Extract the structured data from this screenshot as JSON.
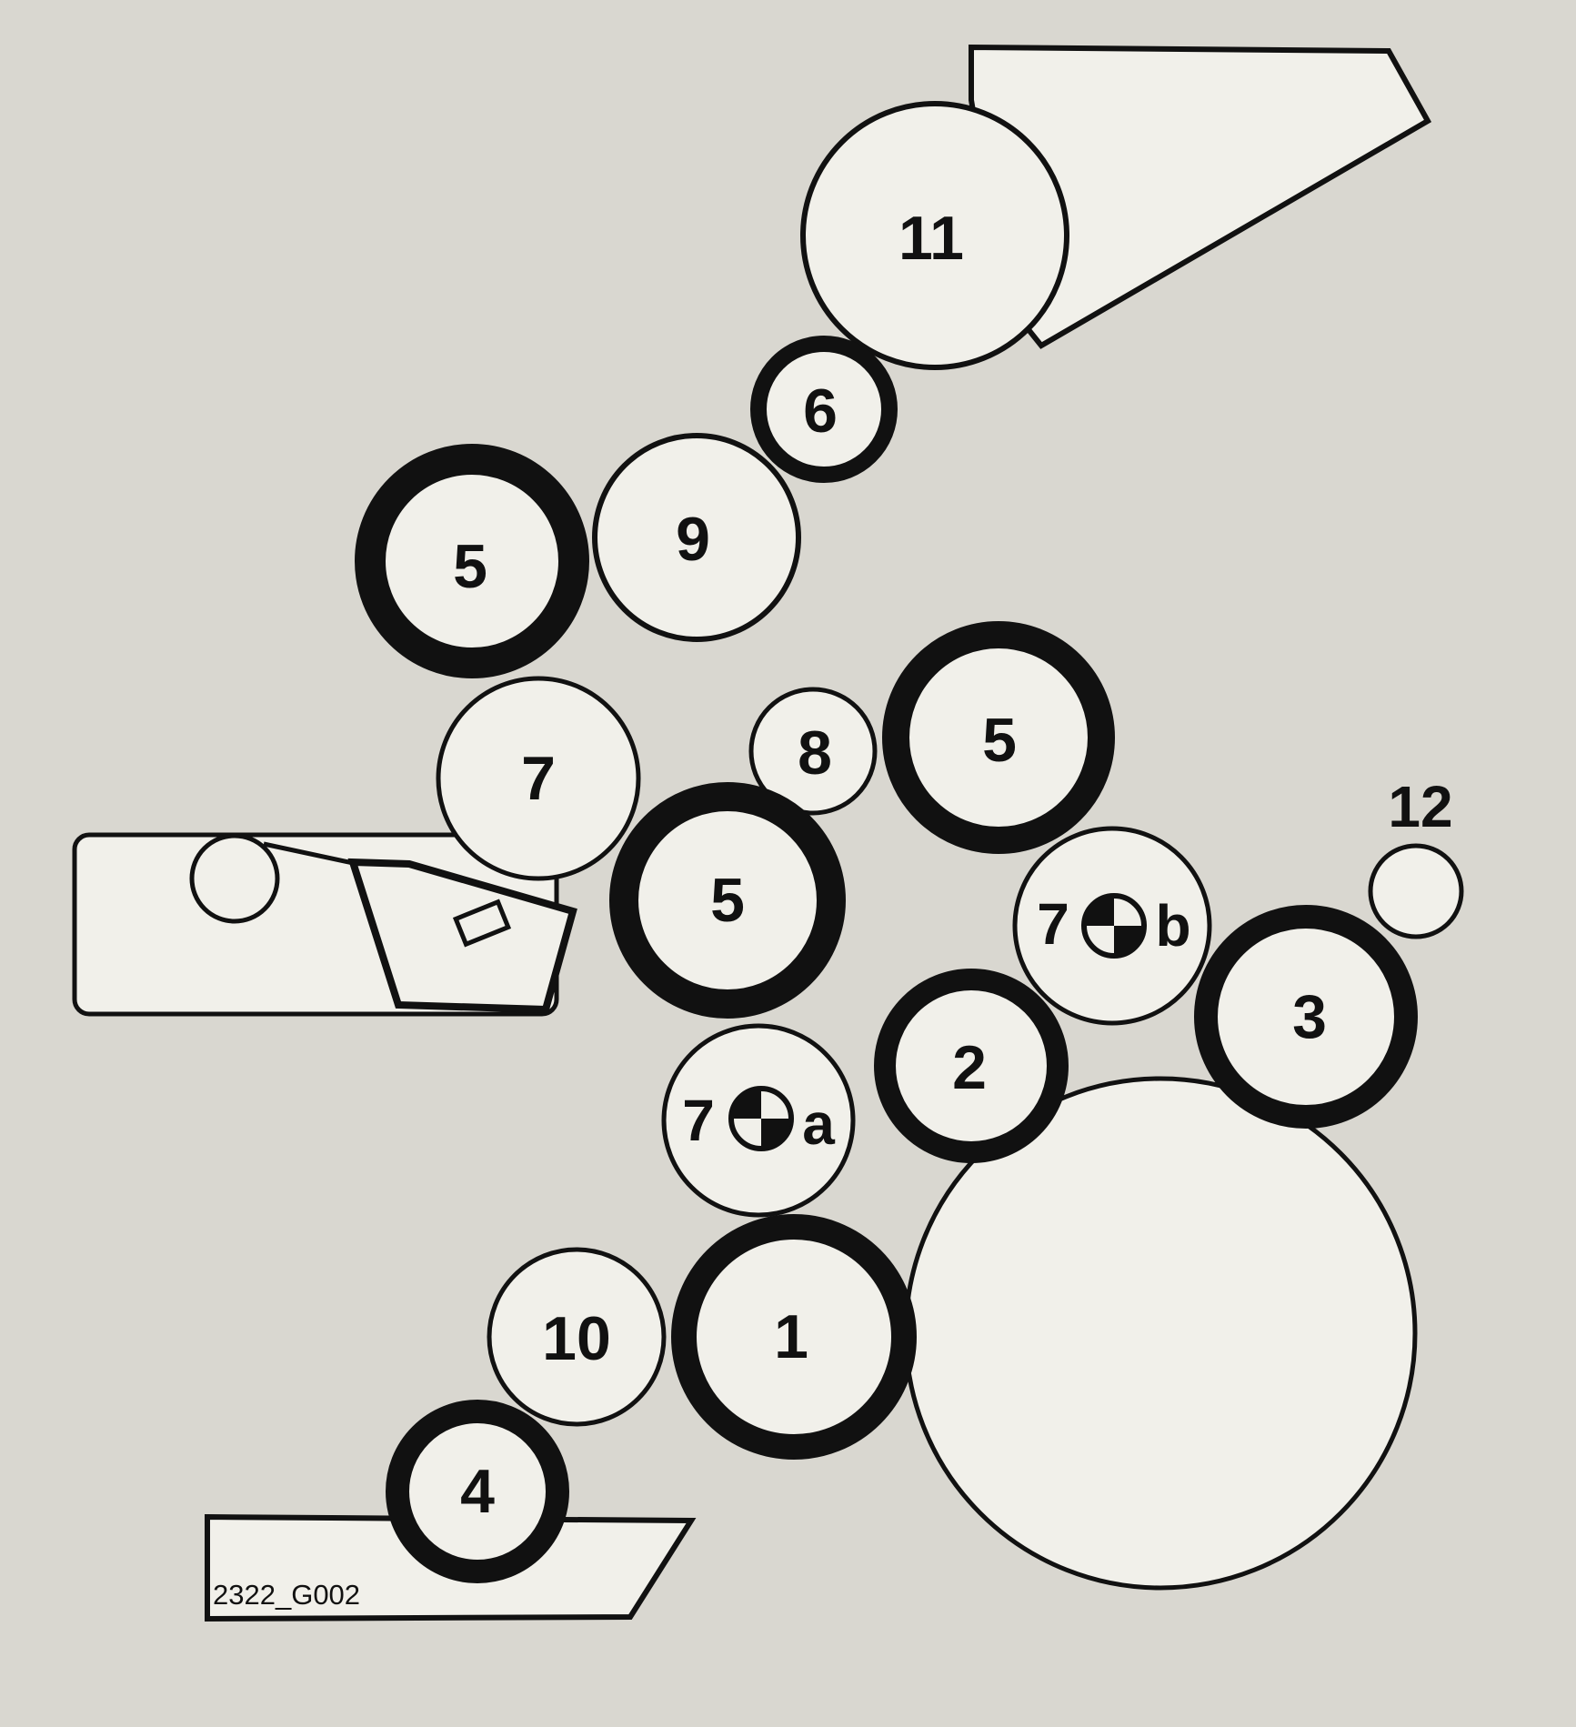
{
  "diagram": {
    "image_code": "2322_G002",
    "rollers": {
      "r11": "11",
      "r6": "6",
      "r9": "9",
      "r5_upper": "5",
      "r7_left": "7",
      "r8": "8",
      "r5_right": "5",
      "r5_center": "5",
      "r7b_num": "7",
      "r7b_suffix": "b",
      "r12": "12",
      "r3": "3",
      "r2": "2",
      "r7a_num": "7",
      "r7a_suffix": "a",
      "r10": "10",
      "r1": "1",
      "r4": "4"
    }
  }
}
